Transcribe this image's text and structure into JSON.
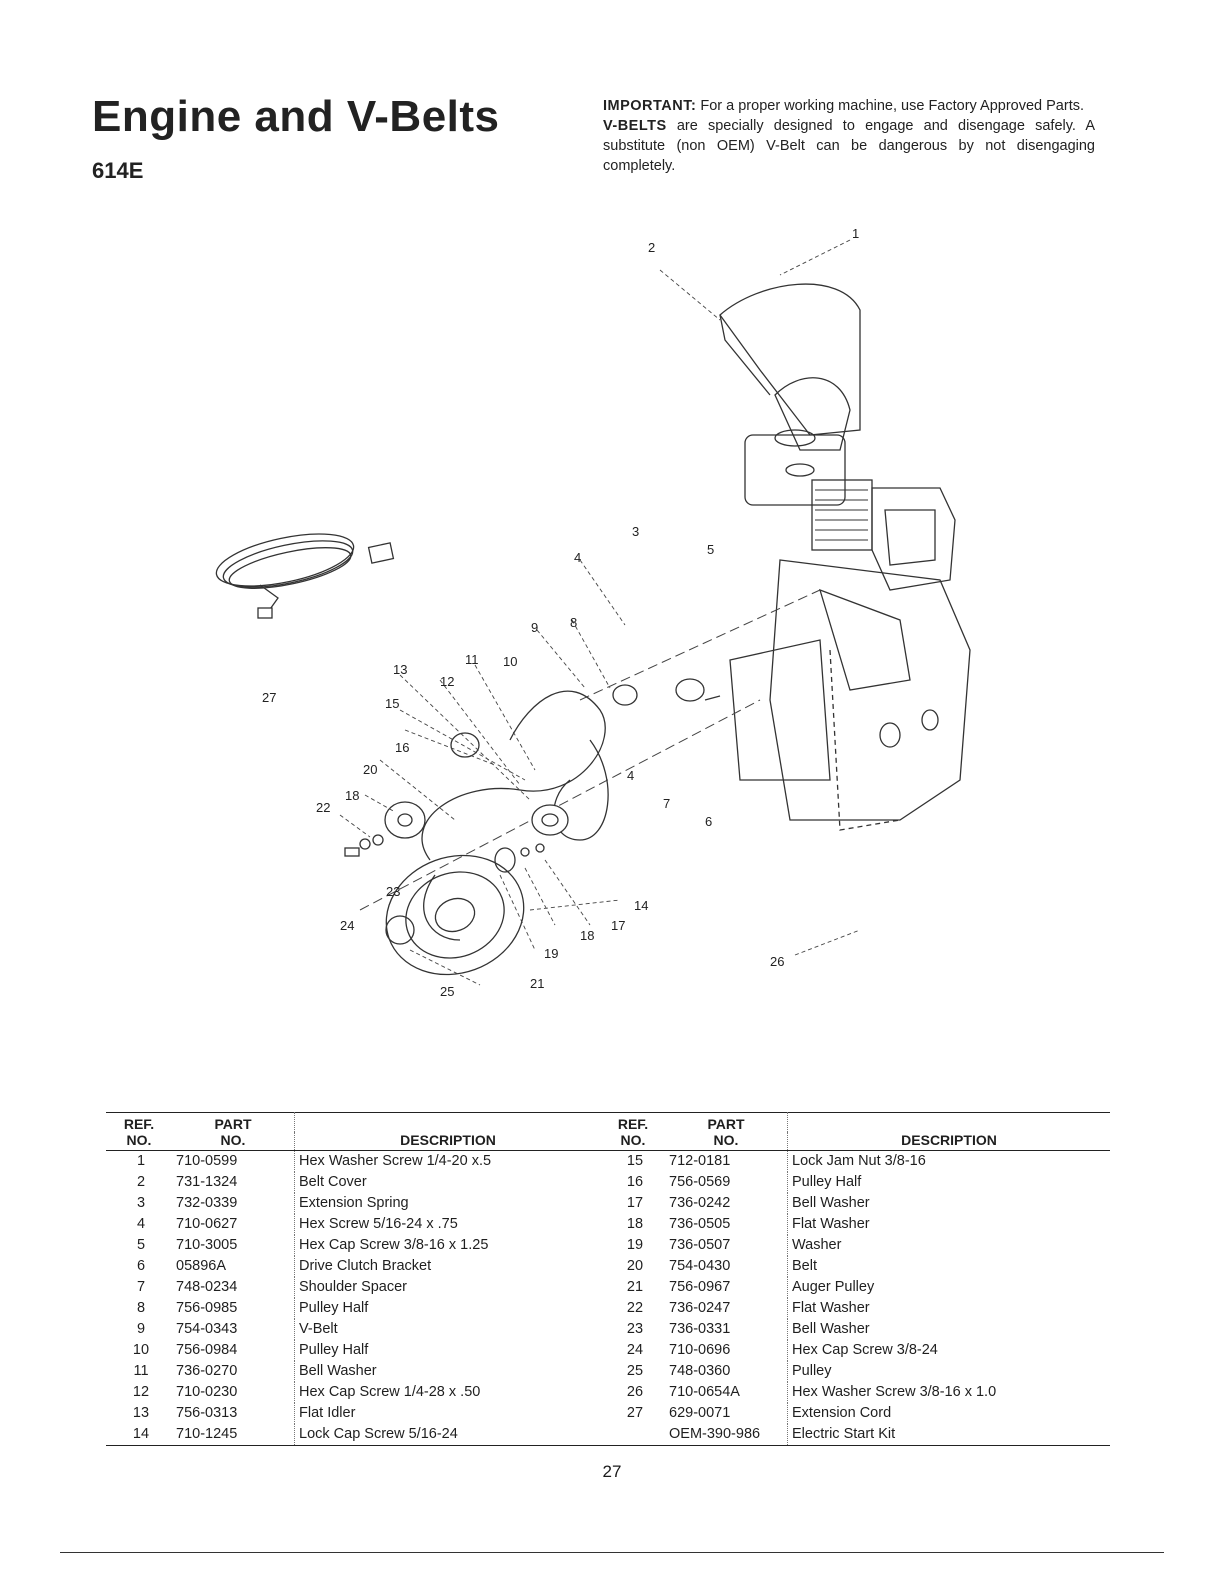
{
  "header": {
    "title": "Engine and V-Belts",
    "model": "614E"
  },
  "notice": {
    "important_label": "IMPORTANT:",
    "important_text": "For a proper working machine, use Factory Approved Parts.",
    "vbelts_label": "V-BELTS",
    "vbelts_text": "are specially designed to engage and disengage safely. A substitute (non OEM) V-Belt can be dangerous by not disengaging completely."
  },
  "diagram": {
    "callouts": [
      "1",
      "2",
      "3",
      "4",
      "5",
      "4",
      "7",
      "6",
      "8",
      "9",
      "10",
      "11",
      "12",
      "13",
      "15",
      "16",
      "20",
      "18",
      "22",
      "23",
      "24",
      "25",
      "21",
      "19",
      "18",
      "17",
      "14",
      "26",
      "27"
    ]
  },
  "table": {
    "headers": {
      "ref_top": "REF.",
      "ref_bottom": "NO.",
      "part_top": "PART",
      "part_bottom": "NO.",
      "description": "DESCRIPTION"
    },
    "rows": [
      {
        "l_ref": "1",
        "l_part": "710-0599",
        "l_desc": "Hex Washer Screw 1/4-20 x.5",
        "r_ref": "15",
        "r_part": "712-0181",
        "r_desc": "Lock Jam Nut 3/8-16"
      },
      {
        "l_ref": "2",
        "l_part": "731-1324",
        "l_desc": "Belt Cover",
        "r_ref": "16",
        "r_part": "756-0569",
        "r_desc": "Pulley Half"
      },
      {
        "l_ref": "3",
        "l_part": "732-0339",
        "l_desc": "Extension Spring",
        "r_ref": "17",
        "r_part": "736-0242",
        "r_desc": "Bell Washer"
      },
      {
        "l_ref": "4",
        "l_part": "710-0627",
        "l_desc": "Hex Screw 5/16-24 x .75",
        "r_ref": "18",
        "r_part": "736-0505",
        "r_desc": "Flat Washer"
      },
      {
        "l_ref": "5",
        "l_part": "710-3005",
        "l_desc": "Hex Cap Screw 3/8-16 x 1.25",
        "r_ref": "19",
        "r_part": "736-0507",
        "r_desc": "Washer"
      },
      {
        "l_ref": "6",
        "l_part": "05896A",
        "l_desc": "Drive Clutch Bracket",
        "r_ref": "20",
        "r_part": "754-0430",
        "r_desc": "Belt"
      },
      {
        "l_ref": "7",
        "l_part": "748-0234",
        "l_desc": "Shoulder Spacer",
        "r_ref": "21",
        "r_part": "756-0967",
        "r_desc": "Auger Pulley"
      },
      {
        "l_ref": "8",
        "l_part": "756-0985",
        "l_desc": "Pulley Half",
        "r_ref": "22",
        "r_part": "736-0247",
        "r_desc": "Flat Washer"
      },
      {
        "l_ref": "9",
        "l_part": "754-0343",
        "l_desc": "V-Belt",
        "r_ref": "23",
        "r_part": "736-0331",
        "r_desc": "Bell Washer"
      },
      {
        "l_ref": "10",
        "l_part": "756-0984",
        "l_desc": "Pulley Half",
        "r_ref": "24",
        "r_part": "710-0696",
        "r_desc": "Hex Cap Screw 3/8-24"
      },
      {
        "l_ref": "11",
        "l_part": "736-0270",
        "l_desc": "Bell Washer",
        "r_ref": "25",
        "r_part": "748-0360",
        "r_desc": "Pulley"
      },
      {
        "l_ref": "12",
        "l_part": "710-0230",
        "l_desc": "Hex Cap Screw 1/4-28 x .50",
        "r_ref": "26",
        "r_part": "710-0654A",
        "r_desc": "Hex Washer Screw 3/8-16 x 1.0"
      },
      {
        "l_ref": "13",
        "l_part": "756-0313",
        "l_desc": "Flat Idler",
        "r_ref": "27",
        "r_part": "629-0071",
        "r_desc": "Extension Cord"
      },
      {
        "l_ref": "14",
        "l_part": "710-1245",
        "l_desc": "Lock Cap Screw 5/16-24",
        "r_ref": "",
        "r_part": "OEM-390-986",
        "r_desc": "Electric Start Kit"
      }
    ]
  },
  "footer": {
    "page_number": "27"
  }
}
